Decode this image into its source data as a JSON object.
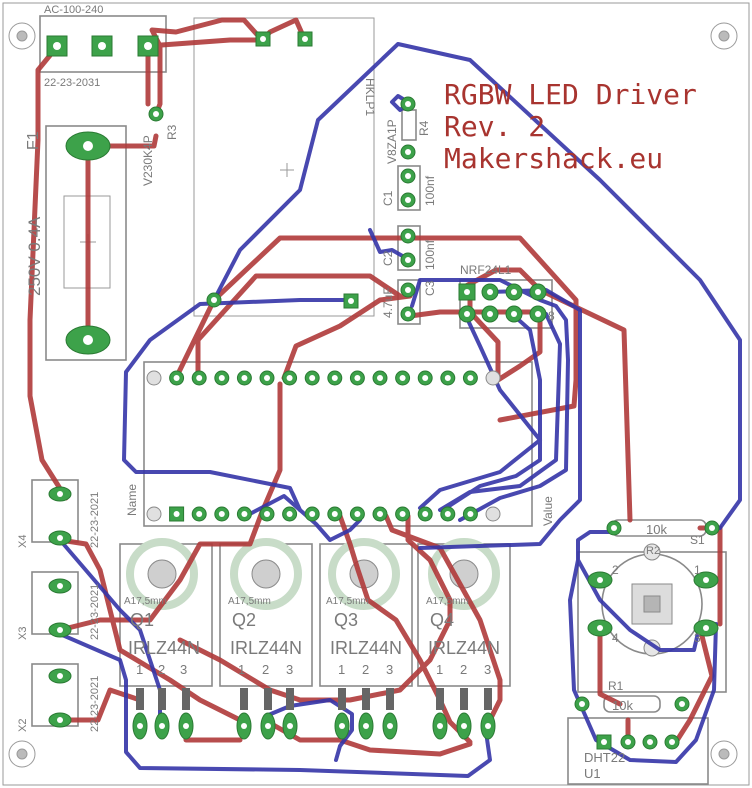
{
  "title": {
    "line1": "RGBW LED Driver",
    "line2": "Rev. 2",
    "line3": "Makershack.eu"
  },
  "labels": {
    "ac_module": "AC-100-240",
    "ac_conn": "22-23-2031",
    "fuse": "F1",
    "fuse_rating": "250V 0.4A",
    "varistor": "V230K4P",
    "r3": "R3",
    "r4": "R4",
    "v8": "V8ZA1P",
    "hklp": "HKLP1",
    "c1": "C1",
    "c1_val": "100nf",
    "c2": "C2",
    "c2_val": "100nf",
    "c3": "C3",
    "c3_val": "4.7uF",
    "nrf": "NRF24L1",
    "nrf_pin8": "8",
    "name_lbl": "Name",
    "value_lbl": "Value",
    "x4": "X4",
    "x3": "X3",
    "x2": "X2",
    "x_conn": "22-23-2021",
    "heatsink": "A17,5mm",
    "mosfet_part": "IRLZ44N",
    "q1": "Q1",
    "q2": "Q2",
    "q3": "Q3",
    "q4": "Q4",
    "pin1": "1",
    "pin2": "2",
    "pin3": "3",
    "r2": "R2",
    "r2_val": "10k",
    "r1": "R1",
    "r1_val": "10k",
    "s1": "S1",
    "enc1": "1",
    "enc2": "2",
    "enc3": "3",
    "enc4": "4",
    "dht": "DHT22",
    "u1": "U1"
  },
  "colors": {
    "top_copper": "#b03a3a",
    "bottom_copper": "#3535a8",
    "pad": "#3da24a",
    "silkscreen": "#8a8a8a"
  }
}
